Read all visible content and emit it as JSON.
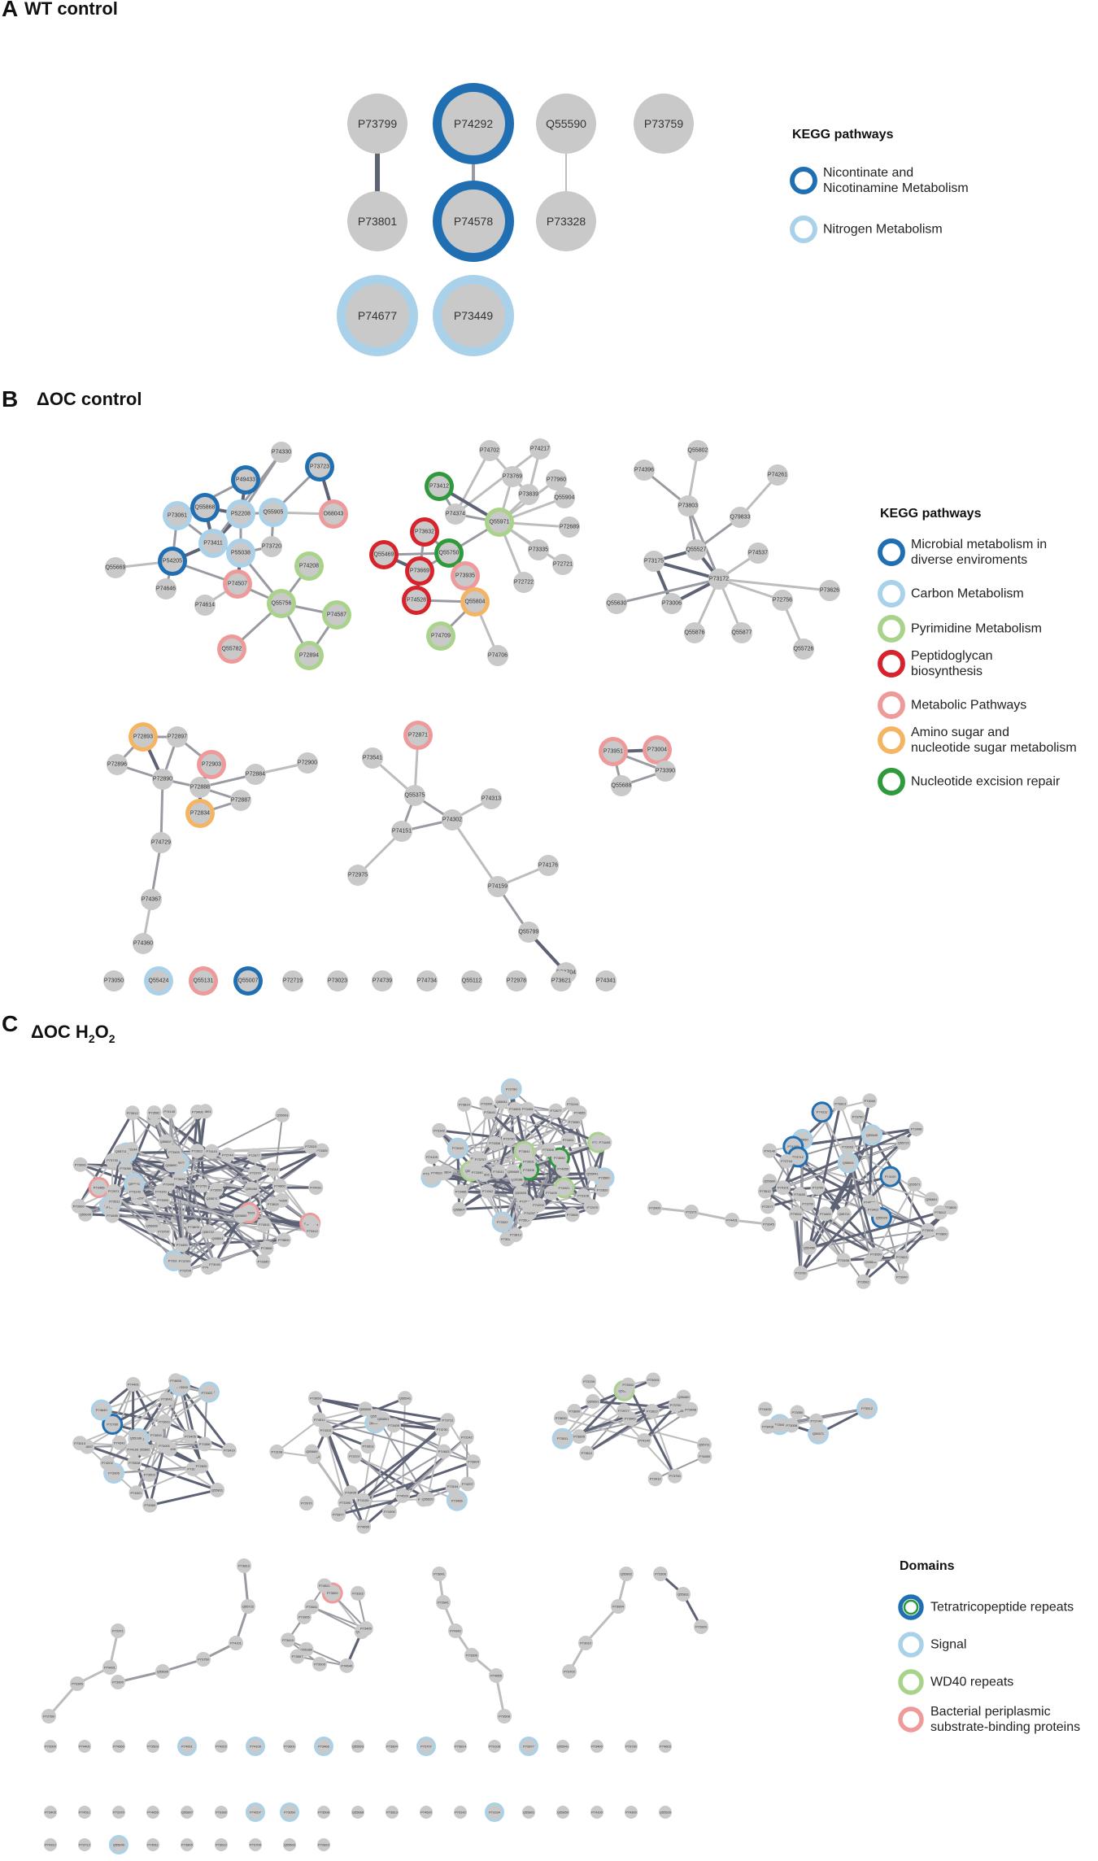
{
  "panels": [
    {
      "letter": "A",
      "title": "WT control"
    },
    {
      "letter": "B",
      "title": "ΔOC control"
    },
    {
      "letter": "C",
      "title_main": "ΔOC H",
      "sub1": "2",
      "mid": "O",
      "sub2": "2"
    }
  ],
  "legends": {
    "kegg_a": {
      "title": "KEGG pathways",
      "items": [
        {
          "lines": [
            "Nicontinate and",
            "Nicotinamine Metabolism"
          ],
          "color": "#1f6fb2"
        },
        {
          "lines": [
            "Nitrogen Metabolism"
          ],
          "color": "#a9d2ea"
        }
      ]
    },
    "kegg_b": {
      "title": "KEGG pathways",
      "items": [
        {
          "lines": [
            "Microbial metabolism in",
            "diverse enviroments"
          ],
          "color": "#1f6fb2"
        },
        {
          "lines": [
            "Carbon Metabolism"
          ],
          "color": "#a9d2ea"
        },
        {
          "lines": [
            "Pyrimidine Metabolism"
          ],
          "color": "#a9d38a"
        },
        {
          "lines": [
            "Peptidoglycan",
            "biosynthesis"
          ],
          "color": "#d7232b"
        },
        {
          "lines": [
            "Metabolic Pathways"
          ],
          "color": "#ef9a9a"
        },
        {
          "lines": [
            "Amino sugar and",
            "nucleotide sugar metabolism"
          ],
          "color": "#f4b462"
        },
        {
          "lines": [
            "Nucleotide excision repair"
          ],
          "color": "#2f9a3b"
        }
      ]
    },
    "domains_c": {
      "title": "Domains",
      "items": [
        {
          "lines": [
            "Tetratricopeptide repeats"
          ],
          "color": "#1f6fb2",
          "inner": "#2f9a3b"
        },
        {
          "lines": [
            "Signal"
          ],
          "color": "#a9d2ea"
        },
        {
          "lines": [
            "WD40 repeats"
          ],
          "color": "#a9d38a"
        },
        {
          "lines": [
            "Bacterial periplasmic",
            "substrate-binding proteins"
          ],
          "color": "#ef9a9a"
        }
      ]
    }
  },
  "colors": {
    "node_fill": "#c9c9c9",
    "edge_light": "#bdbdbd",
    "edge_mid": "#9a9aa3",
    "edge_dark": "#5d6275",
    "ring_blue": "#1f6fb2",
    "ring_lightblue": "#a9d2ea",
    "ring_green_light": "#a9d38a",
    "ring_red": "#d7232b",
    "ring_pink": "#ef9a9a",
    "ring_orange": "#f4b462",
    "ring_green": "#2f9a3b"
  },
  "network_a": {
    "nodes": [
      {
        "id": "P73799"
      },
      {
        "id": "P74292",
        "ring": "blue"
      },
      {
        "id": "Q55590"
      },
      {
        "id": "P73759"
      },
      {
        "id": "P73801"
      },
      {
        "id": "P74578",
        "ring": "blue"
      },
      {
        "id": "P73328"
      },
      {
        "id": "P74677",
        "ring": "lightblue"
      },
      {
        "id": "P73449",
        "ring": "lightblue"
      }
    ],
    "edges": [
      [
        "P73799",
        "P73801",
        "dark"
      ],
      [
        "P74292",
        "P74578",
        "mid"
      ],
      [
        "Q55590",
        "P73328",
        "light"
      ]
    ]
  },
  "network_b": {
    "nodes": [
      {
        "id": "P74330"
      },
      {
        "id": "P73723",
        "ring": "blue"
      },
      {
        "id": "P49433",
        "ring": "blue"
      },
      {
        "id": "P73061",
        "ring": "lightblue"
      },
      {
        "id": "Q55868",
        "ring": "blue"
      },
      {
        "id": "P52208",
        "ring": "lightblue"
      },
      {
        "id": "Q55905",
        "ring": "lightblue"
      },
      {
        "id": "O68043",
        "ring": "pink"
      },
      {
        "id": "P73411",
        "ring": "lightblue"
      },
      {
        "id": "P55038",
        "ring": "lightblue"
      },
      {
        "id": "P73720"
      },
      {
        "id": "Q55669"
      },
      {
        "id": "P54205",
        "ring": "blue"
      },
      {
        "id": "P74646"
      },
      {
        "id": "P74507",
        "ring": "pink"
      },
      {
        "id": "P74208",
        "ring": "green_light"
      },
      {
        "id": "P74614"
      },
      {
        "id": "Q55756",
        "ring": "green_light"
      },
      {
        "id": "P74587",
        "ring": "green_light"
      },
      {
        "id": "Q55782",
        "ring": "pink"
      },
      {
        "id": "P72894",
        "ring": "green_light"
      },
      {
        "id": "P74702"
      },
      {
        "id": "P74217"
      },
      {
        "id": "P73412",
        "ring": "green"
      },
      {
        "id": "P73769"
      },
      {
        "id": "P77960"
      },
      {
        "id": "P73839"
      },
      {
        "id": "Q55904"
      },
      {
        "id": "P74374"
      },
      {
        "id": "Q55971",
        "ring": "green_light"
      },
      {
        "id": "P73632",
        "ring": "red"
      },
      {
        "id": "P72689"
      },
      {
        "id": "Q55469",
        "ring": "red"
      },
      {
        "id": "Q55750",
        "ring": "green"
      },
      {
        "id": "P73335"
      },
      {
        "id": "P73669",
        "ring": "red"
      },
      {
        "id": "P73935",
        "ring": "pink"
      },
      {
        "id": "P72721"
      },
      {
        "id": "P74528",
        "ring": "red"
      },
      {
        "id": "Q55804",
        "ring": "orange"
      },
      {
        "id": "P72722"
      },
      {
        "id": "P74709",
        "ring": "green_light"
      },
      {
        "id": "P74706"
      },
      {
        "id": "Q55802"
      },
      {
        "id": "P74396"
      },
      {
        "id": "P74261"
      },
      {
        "id": "P73803"
      },
      {
        "id": "Q79833"
      },
      {
        "id": "Q55527"
      },
      {
        "id": "P74537"
      },
      {
        "id": "P73175"
      },
      {
        "id": "P73172"
      },
      {
        "id": "P72756"
      },
      {
        "id": "P73626"
      },
      {
        "id": "Q55630"
      },
      {
        "id": "P73006"
      },
      {
        "id": "Q55876"
      },
      {
        "id": "Q55877"
      },
      {
        "id": "Q55726"
      },
      {
        "id": "P72893",
        "ring": "orange"
      },
      {
        "id": "P72897"
      },
      {
        "id": "P72903",
        "ring": "pink"
      },
      {
        "id": "P72896"
      },
      {
        "id": "P72884"
      },
      {
        "id": "P72900"
      },
      {
        "id": "P72890"
      },
      {
        "id": "P72888"
      },
      {
        "id": "P72834",
        "ring": "orange"
      },
      {
        "id": "P72887"
      },
      {
        "id": "P74729"
      },
      {
        "id": "P74367"
      },
      {
        "id": "P74360"
      },
      {
        "id": "P72871",
        "ring": "pink"
      },
      {
        "id": "P73541"
      },
      {
        "id": "Q55375"
      },
      {
        "id": "P74313"
      },
      {
        "id": "P74302"
      },
      {
        "id": "P74151"
      },
      {
        "id": "P72975"
      },
      {
        "id": "P74176"
      },
      {
        "id": "P74159"
      },
      {
        "id": "Q55799"
      },
      {
        "id": "P73704"
      },
      {
        "id": "P73951",
        "ring": "pink"
      },
      {
        "id": "P73004",
        "ring": "pink"
      },
      {
        "id": "P73390"
      },
      {
        "id": "Q55688"
      },
      {
        "id": "P73050"
      },
      {
        "id": "Q55424",
        "ring": "lightblue"
      },
      {
        "id": "Q55131",
        "ring": "pink"
      },
      {
        "id": "Q55007",
        "ring": "blue"
      },
      {
        "id": "P72719"
      },
      {
        "id": "P73023"
      },
      {
        "id": "P74739"
      },
      {
        "id": "P74734"
      },
      {
        "id": "Q55112"
      },
      {
        "id": "P72978"
      },
      {
        "id": "P73621"
      },
      {
        "id": "P74341"
      }
    ]
  },
  "network_c_labels": [
    "P73466",
    "Q55503",
    "P73804",
    "P73707",
    "P73814",
    "P73108",
    "P72877",
    "Q55541",
    "P73400",
    "P73730",
    "P74603",
    "P73405",
    "P74511",
    "P72970",
    "P74655",
    "Q55807",
    "P73390",
    "P74207",
    "P73050",
    "P73508",
    "Q55669",
    "P73813",
    "P74520",
    "P73142",
    "P73194",
    "Q55801",
    "Q55850",
    "P74100",
    "P74300",
    "Q55520",
    "P74312",
    "P73712",
    "Q55640",
    "P73511",
    "P73805",
    "P73612",
    "P73709",
    "Q55603",
    "P72823",
    "P73406",
    "P73630",
    "P73700",
    "Q55601",
    "P73502",
    "P73700",
    "P74800",
    "P73003",
    "P73412",
    "P73000",
    "Q55711",
    "P73800",
    "P72977",
    "Q55460",
    "P74140",
    "P73512",
    "P73040",
    "Q55571",
    "P73050",
    "P73006",
    "P72744",
    "P73408",
    "P74400",
    "P73813",
    "Q55722",
    "P74101",
    "P73750",
    "Q55690",
    "P73900",
    "P72971",
    "P74431",
    "P73345",
    "P72780",
    "P73500",
    "P74640",
    "P73905",
    "P73641",
    "Q55402",
    "P73500",
    "P74521",
    "P73322",
    "P73410",
    "Q55188",
    "P73405",
    "P73507",
    "P73641",
    "P72841",
    "P74342",
    "P73306",
    "P74655",
    "P73508",
    "Q55802",
    "P73004",
    "P73010",
    "P73702",
    "P73306",
    "Q55811",
    "P72820",
    "P73000",
    "P74401",
    "P74560",
    "P73503",
    "P74001",
    "P74202",
    "P74109",
    "P73601"
  ]
}
